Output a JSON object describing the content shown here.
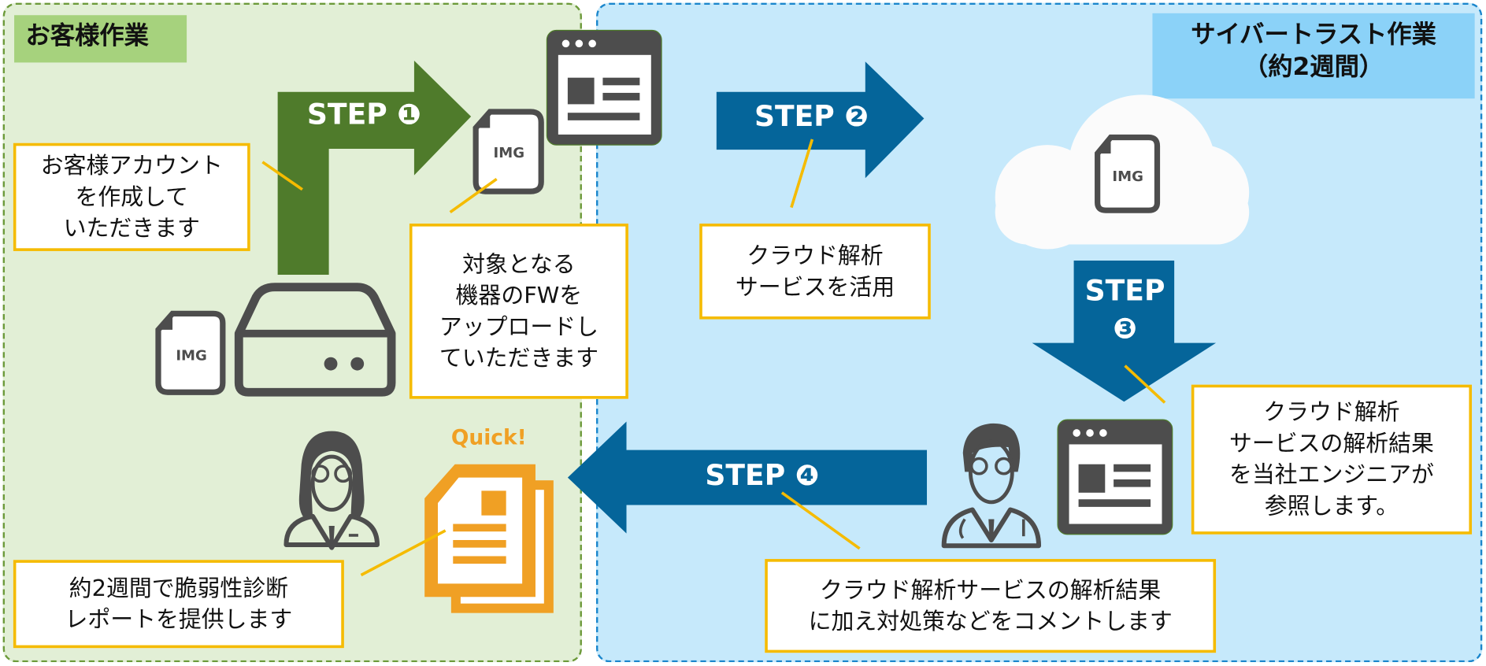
{
  "panels": {
    "customer": {
      "title": "お客様作業",
      "bg": "#e2efd6",
      "border": "#6c9a3a",
      "title_bg": "#a6d27d"
    },
    "cybertrust": {
      "title_line1": "サイバートラスト作業",
      "title_line2": "（約2週間）",
      "bg": "#c6e9fb",
      "border": "#1a86cc",
      "title_bg": "#8bd2f8"
    }
  },
  "steps": [
    {
      "label": "STEP",
      "number": "❶",
      "color": "#4f7b2b"
    },
    {
      "label": "STEP",
      "number": "❷",
      "color": "#05659a"
    },
    {
      "label": "STEP",
      "number": "❸",
      "color": "#05659a"
    },
    {
      "label": "STEP",
      "number": "❹",
      "color": "#05659a"
    }
  ],
  "notes": {
    "account": "お客様アカウント\nを作成して\nいただきます",
    "upload": "対象となる\n機器のFWを\nアップロードし\nていただきます",
    "cloud": "クラウド解析\nサービスを活用",
    "engineer": "クラウド解析\nサービスの解析結果\nを当社エンジニアが\n参照します。",
    "comment": "クラウド解析サービスの解析結果\nに加え対処策などをコメントします",
    "report": "約2週間で脆弱性診断\nレポートを提供します"
  },
  "quick_label": "Quick!",
  "icons": {
    "img_file_label": "IMG"
  },
  "colors": {
    "callout_border": "#f5bb00",
    "icon_gray": "#4d4d4d",
    "report_orange": "#f0a024"
  }
}
